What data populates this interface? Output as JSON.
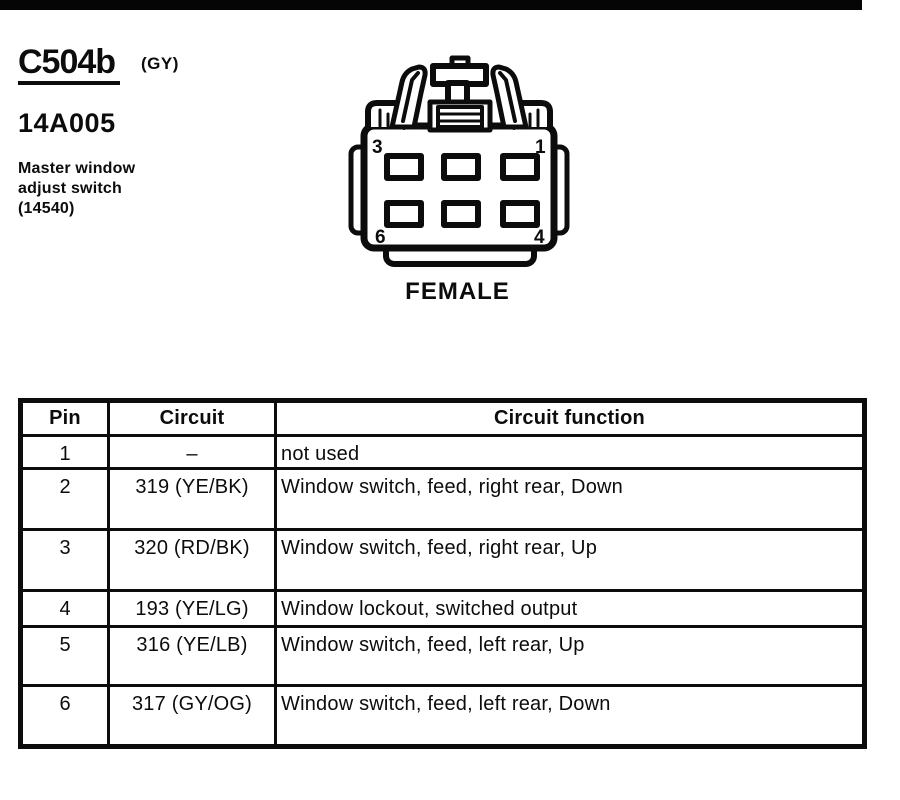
{
  "ink_color": "#0c0c0c",
  "scan_bar_color": "#050505",
  "header": {
    "connector_id": "C504b",
    "color_code": "(GY)",
    "part_number": "14A005",
    "description_lines": [
      "Master window",
      "adjust switch",
      "(14540)"
    ]
  },
  "connector": {
    "gender_label": "FEMALE",
    "pins": {
      "top_left": "3",
      "top_right": "1",
      "bottom_left": "6",
      "bottom_right": "4"
    }
  },
  "table": {
    "columns": [
      "Pin",
      "Circuit",
      "Circuit function"
    ],
    "rows": [
      {
        "pin": "1",
        "circuit": "–",
        "function": "not used"
      },
      {
        "pin": "2",
        "circuit": "319 (YE/BK)",
        "function": "Window switch, feed, right rear, Down"
      },
      {
        "pin": "3",
        "circuit": "320 (RD/BK)",
        "function": "Window switch, feed, right rear, Up"
      },
      {
        "pin": "4",
        "circuit": "193 (YE/LG)",
        "function": "Window lockout, switched output"
      },
      {
        "pin": "5",
        "circuit": "316 (YE/LB)",
        "function": "Window switch, feed, left rear, Up"
      },
      {
        "pin": "6",
        "circuit": "317 (GY/OG)",
        "function": "Window switch, feed, left rear, Down"
      }
    ]
  }
}
